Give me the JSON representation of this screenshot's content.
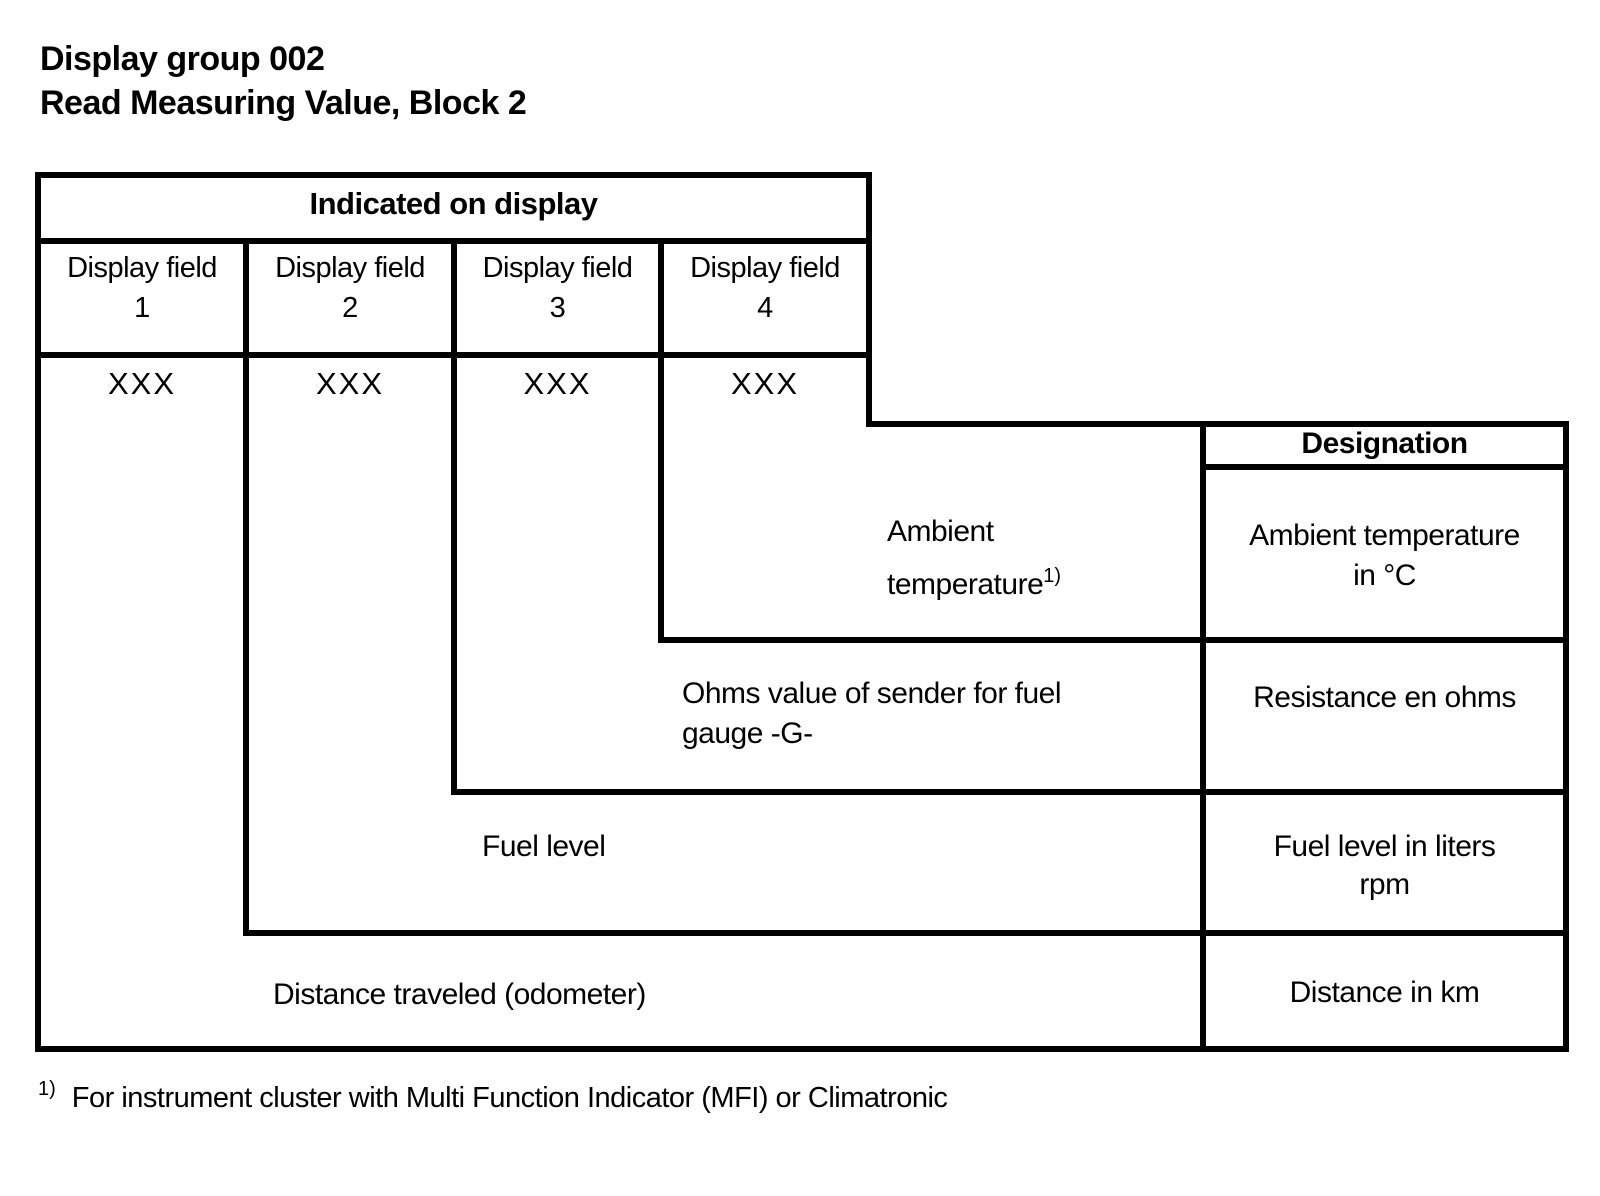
{
  "title": {
    "line1": "Display group 002",
    "line2": "Read Measuring Value, Block 2"
  },
  "table": {
    "indicated_header": "Indicated on display",
    "designation_header": "Designation",
    "display_fields": [
      {
        "label": "Display field",
        "number": "1",
        "value": "XXX"
      },
      {
        "label": "Display field",
        "number": "2",
        "value": "XXX"
      },
      {
        "label": "Display field",
        "number": "3",
        "value": "XXX"
      },
      {
        "label": "Display field",
        "number": "4",
        "value": "XXX"
      }
    ],
    "rows": [
      {
        "display_field": "4",
        "description_lines": [
          "Ambient",
          "temperature"
        ],
        "description_footnote_marker": "1)",
        "designation_lines": [
          "Ambient temperature",
          "in °C"
        ]
      },
      {
        "display_field": "3",
        "description_lines": [
          "Ohms value of sender for fuel",
          "gauge -G-"
        ],
        "designation_lines": [
          "Resistance en ohms"
        ]
      },
      {
        "display_field": "2",
        "description_lines": [
          "Fuel level"
        ],
        "designation_lines": [
          "Fuel level in liters",
          "rpm"
        ]
      },
      {
        "display_field": "1",
        "description_lines": [
          "Distance traveled (odometer)"
        ],
        "designation_lines": [
          "Distance in km"
        ]
      }
    ]
  },
  "footnote": {
    "marker": "1)",
    "text": "For instrument cluster with Multi Function Indicator (MFI) or Climatronic"
  },
  "colors": {
    "foreground": "#000000",
    "background": "#ffffff"
  }
}
